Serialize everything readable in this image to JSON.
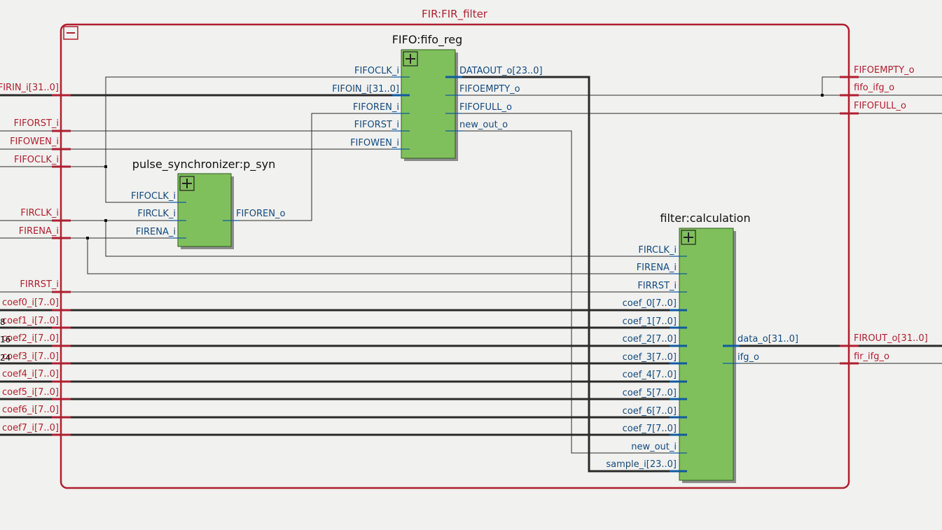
{
  "top": {
    "title": "FIR:FIR_filter",
    "inputs": [
      "FIRIN_i[31..0]",
      "FIFORST_i",
      "FIFOWEN_i",
      "FIFOCLK_i",
      "FIRCLK_i",
      "FIRENA_i",
      "FIRRST_i",
      "coef0_i[7..0]",
      "coef1_i[7..0]",
      "coef2_i[7..0]",
      "coef3_i[7..0]",
      "coef4_i[7..0]",
      "coef5_i[7..0]",
      "coef6_i[7..0]",
      "coef7_i[7..0]"
    ],
    "outputs": [
      "FIFOEMPTY_o",
      "fifo_ifg_o",
      "FIFOFULL_o",
      "FIROUT_o[31..0]",
      "fir_ifg_o"
    ],
    "bit_offsets": [
      "8",
      "16",
      "24"
    ]
  },
  "fifo": {
    "title": "FIFO:fifo_reg",
    "inputs": [
      "FIFOCLK_i",
      "FIFOIN_i[31..0]",
      "FIFOREN_i",
      "FIFORST_i",
      "FIFOWEN_i"
    ],
    "outputs": [
      "DATAOUT_o[23..0]",
      "FIFOEMPTY_o",
      "FIFOFULL_o",
      "new_out_o"
    ]
  },
  "psyn": {
    "title": "pulse_synchronizer:p_syn",
    "inputs": [
      "FIFOCLK_i",
      "FIRCLK_i",
      "FIRENA_i"
    ],
    "outputs": [
      "FIFOREN_o"
    ]
  },
  "calc": {
    "title": "filter:calculation",
    "inputs": [
      "FIRCLK_i",
      "FIRENA_i",
      "FIRRST_i",
      "coef_0[7..0]",
      "coef_1[7..0]",
      "coef_2[7..0]",
      "coef_3[7..0]",
      "coef_4[7..0]",
      "coef_5[7..0]",
      "coef_6[7..0]",
      "coef_7[7..0]",
      "new_out_i",
      "sample_i[23..0]"
    ],
    "outputs": [
      "data_o[31..0]",
      "ifg_o"
    ]
  }
}
